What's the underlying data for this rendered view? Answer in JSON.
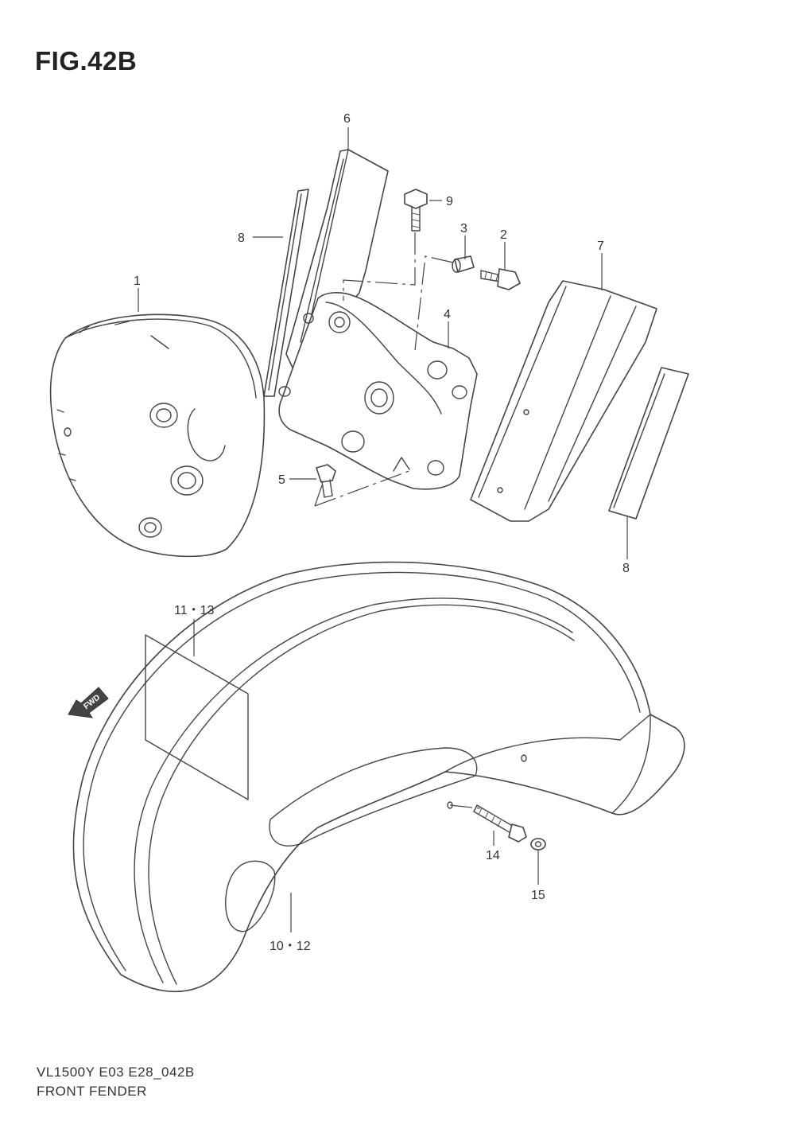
{
  "figure": {
    "title": "FIG.42B",
    "model_code": "VL1500Y E03 E28_042B",
    "section_name": "FRONT FENDER"
  },
  "callouts": {
    "c1": "1",
    "c2": "2",
    "c3": "3",
    "c4": "4",
    "c5": "5",
    "c6": "6",
    "c7": "7",
    "c8a": "8",
    "c8b": "8",
    "c9": "9",
    "c10_12": "10・12",
    "c11_13": "11・13",
    "c14": "14",
    "c15": "15"
  },
  "direction_marker": {
    "label": "FWD"
  }
}
